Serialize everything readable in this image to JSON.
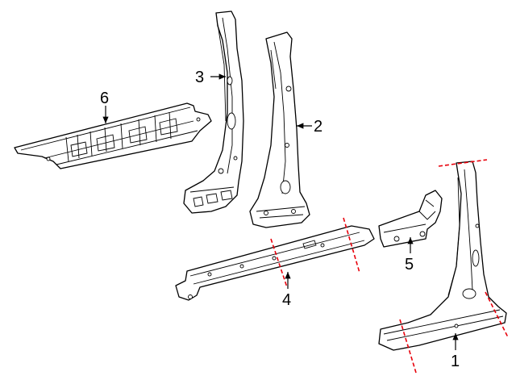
{
  "diagram": {
    "callouts": [
      {
        "id": "1",
        "label": "1"
      },
      {
        "id": "2",
        "label": "2"
      },
      {
        "id": "3",
        "label": "3"
      },
      {
        "id": "4",
        "label": "4"
      },
      {
        "id": "5",
        "label": "5"
      },
      {
        "id": "6",
        "label": "6"
      }
    ],
    "cut_line_color": "#e8000b",
    "line_color": "#000000",
    "background": "#ffffff"
  }
}
